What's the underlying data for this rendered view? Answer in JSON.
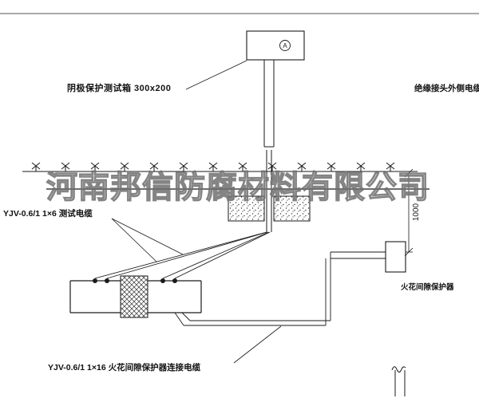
{
  "watermark": "河南邦信防腐材料有限公司",
  "labels": {
    "test_box": "阴极保护测试箱 300x200",
    "outer_cable": "绝缘接头外侧电缆",
    "test_cable": "YJV-0.6/1 1×6  测试电缆",
    "protector": "火花间隙保护器",
    "connection_cable": "YJV-0.6/1 1×16  火花间隙保护器连接电缆",
    "dimension": "1000",
    "meter": "A"
  },
  "colors": {
    "line": "#1a1a1a",
    "watermark": "#6e6e6e"
  }
}
